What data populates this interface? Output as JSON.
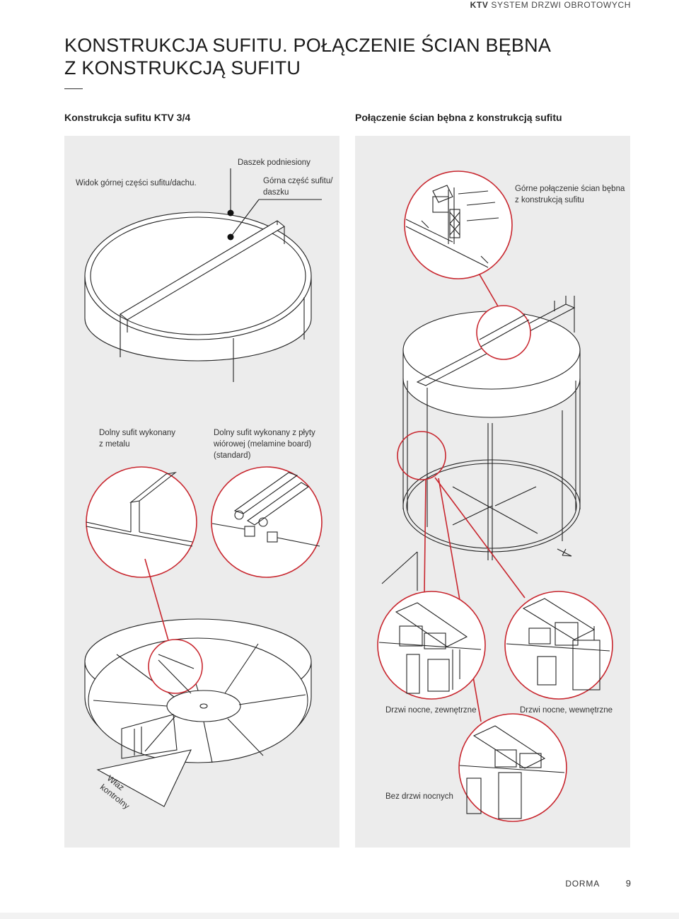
{
  "header": {
    "brand": "KTV",
    "system": "SYSTEM DRZWI OBROTOWYCH"
  },
  "title": {
    "line1": "KONSTRUKCJA SUFITU. POŁĄCZENIE ŚCIAN BĘBNA",
    "line2": "Z KONSTRUKCJĄ SUFITU"
  },
  "left": {
    "heading": "Konstrukcja sufitu KTV 3/4",
    "label_top_view": "Widok górnej części sufitu/dachu.",
    "label_raised_roof": "Daszek podniesiony",
    "label_upper_part_1": "Górna część sufitu/",
    "label_upper_part_2": "daszku",
    "label_metal_1": "Dolny sufit wykonany",
    "label_metal_2": "z metalu",
    "label_board_1": "Dolny sufit wykonany z płyty",
    "label_board_2": "wiórowej (melamine board)",
    "label_board_3": "(standard)",
    "label_hatch_1": "Właz",
    "label_hatch_2": "kontrolny"
  },
  "right": {
    "heading": "Połączenie ścian bębna z konstrukcją sufitu",
    "label_upper_conn_1": "Górne połączenie ścian bębna",
    "label_upper_conn_2": "z konstrukcją sufitu",
    "label_night_ext": "Drzwi nocne, zewnętrzne",
    "label_night_int": "Drzwi nocne, wewnętrzne",
    "label_no_night": "Bez drzwi nocnych"
  },
  "footer": {
    "brand": "DORMA",
    "page": "9"
  },
  "colors": {
    "accent": "#c8262e",
    "panel": "#ececec",
    "line": "#222222"
  }
}
